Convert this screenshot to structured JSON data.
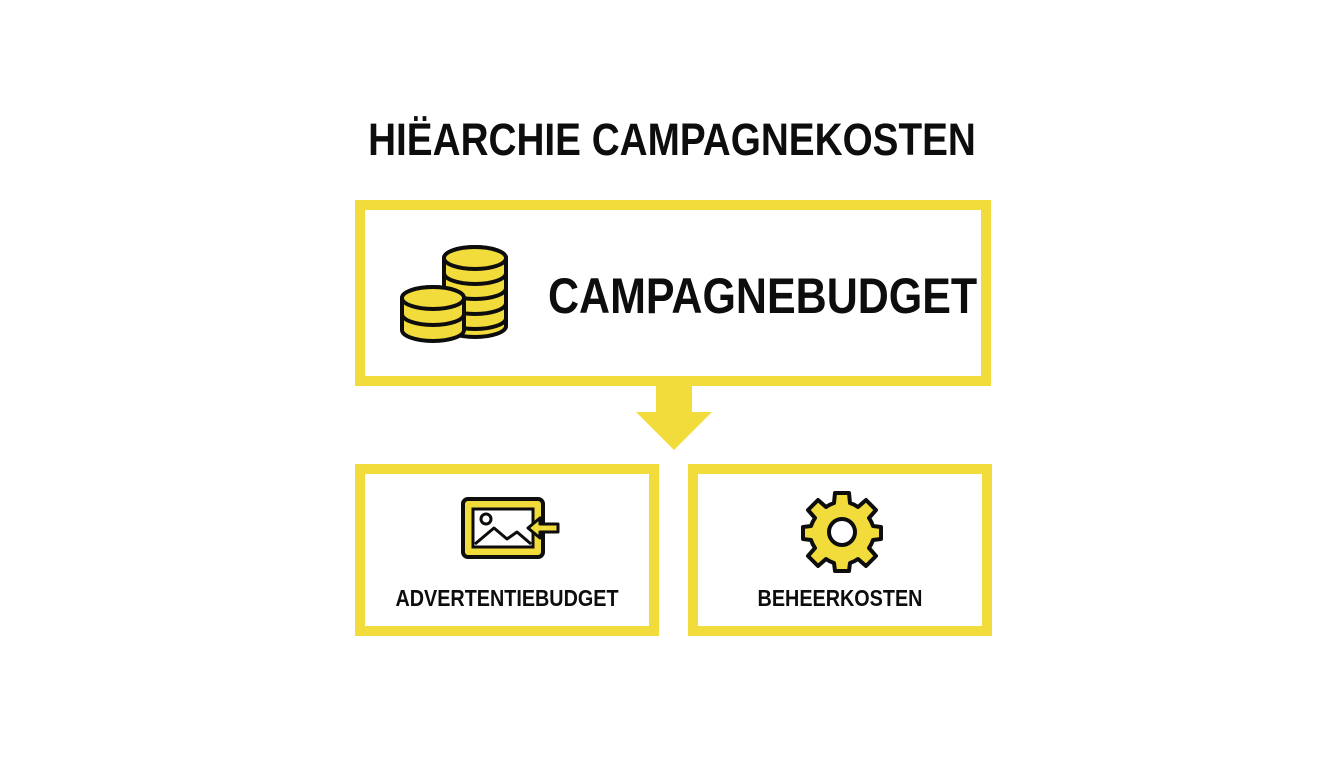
{
  "title": "HIËARCHIE CAMPAGNEKOSTEN",
  "top_node": {
    "label": "CAMPAGNEBUDGET",
    "icon": "coins-stack-icon"
  },
  "children": [
    {
      "label": "ADVERTENTIEBUDGET",
      "icon": "image-frame-icon"
    },
    {
      "label": "BEHEERKOSTEN",
      "icon": "gear-icon"
    }
  ],
  "colors": {
    "accent": "#f2dc3c",
    "text": "#0d0d0d",
    "background": "#ffffff"
  }
}
